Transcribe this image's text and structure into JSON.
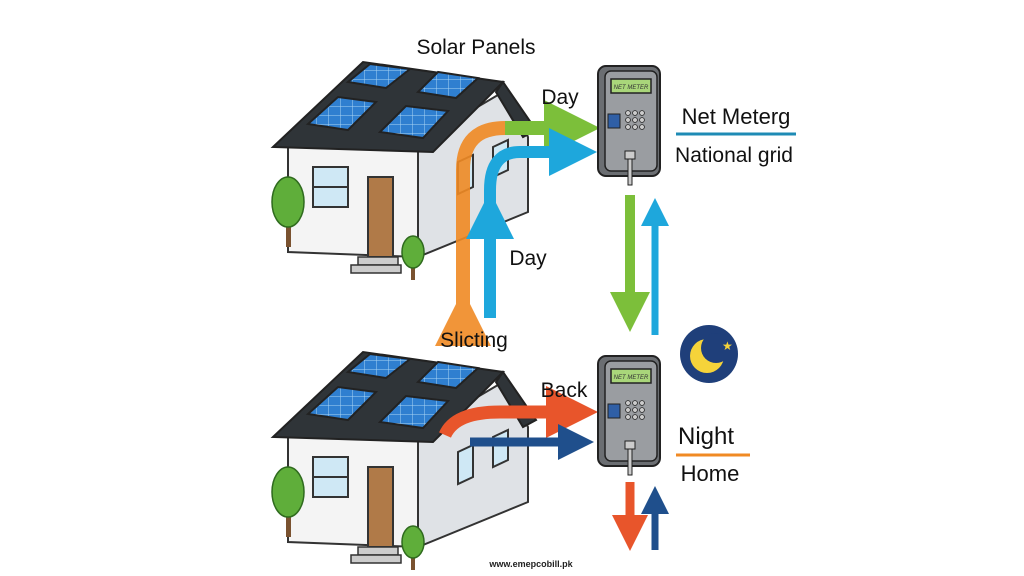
{
  "labels": {
    "solar_panels": "Solar Panels",
    "day_top": "Day",
    "net_meter_title": "Net Meterg",
    "national_grid": "National grid",
    "day_middle": "Day",
    "slicting": "Slicting",
    "back": "Back",
    "night": "Night",
    "home": "Home"
  },
  "meter_screen_text": "NET METER",
  "footer_url": "www.emepcobill.pk",
  "icons": [
    "house-icon",
    "solar-panel-icon",
    "net-meter-icon",
    "moon-icon",
    "star-icon",
    "tree-icon"
  ],
  "colors": {
    "green_arrow": "#7cbf3a",
    "blue_arrow": "#1ea7dc",
    "orange_arrow": "#f08a24",
    "red_arrow": "#e8552b",
    "navy_arrow": "#1f4f8c",
    "moon_bg": "#1f3f7a",
    "moon": "#f5d33a"
  }
}
